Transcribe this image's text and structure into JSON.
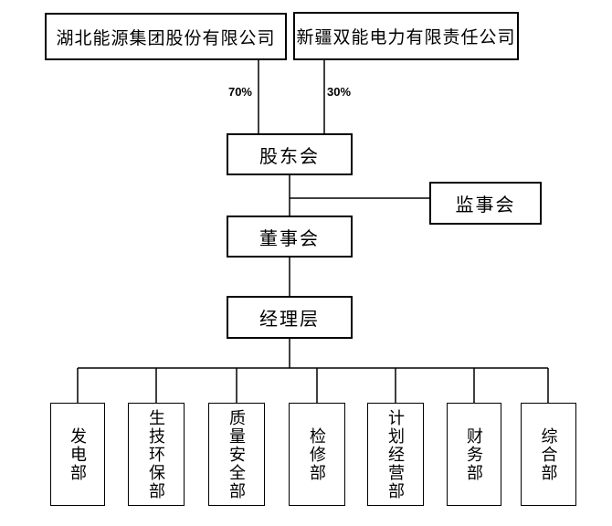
{
  "org_chart": {
    "colors": {
      "background": "#ffffff",
      "line": "#000000",
      "text": "#000000"
    },
    "parents": [
      {
        "name": "湖北能源集团股份有限公司",
        "share": "70%"
      },
      {
        "name": "新疆双能电力有限责任公司",
        "share": "30%"
      }
    ],
    "nodes": {
      "shareholders": "股东会",
      "supervisors": "监事会",
      "directors": "董事会",
      "managers": "经理层"
    },
    "departments": [
      "发电部",
      "生技环保部",
      "质量安全部",
      "检修部",
      "计划经营部",
      "财务部",
      "综合部"
    ]
  }
}
